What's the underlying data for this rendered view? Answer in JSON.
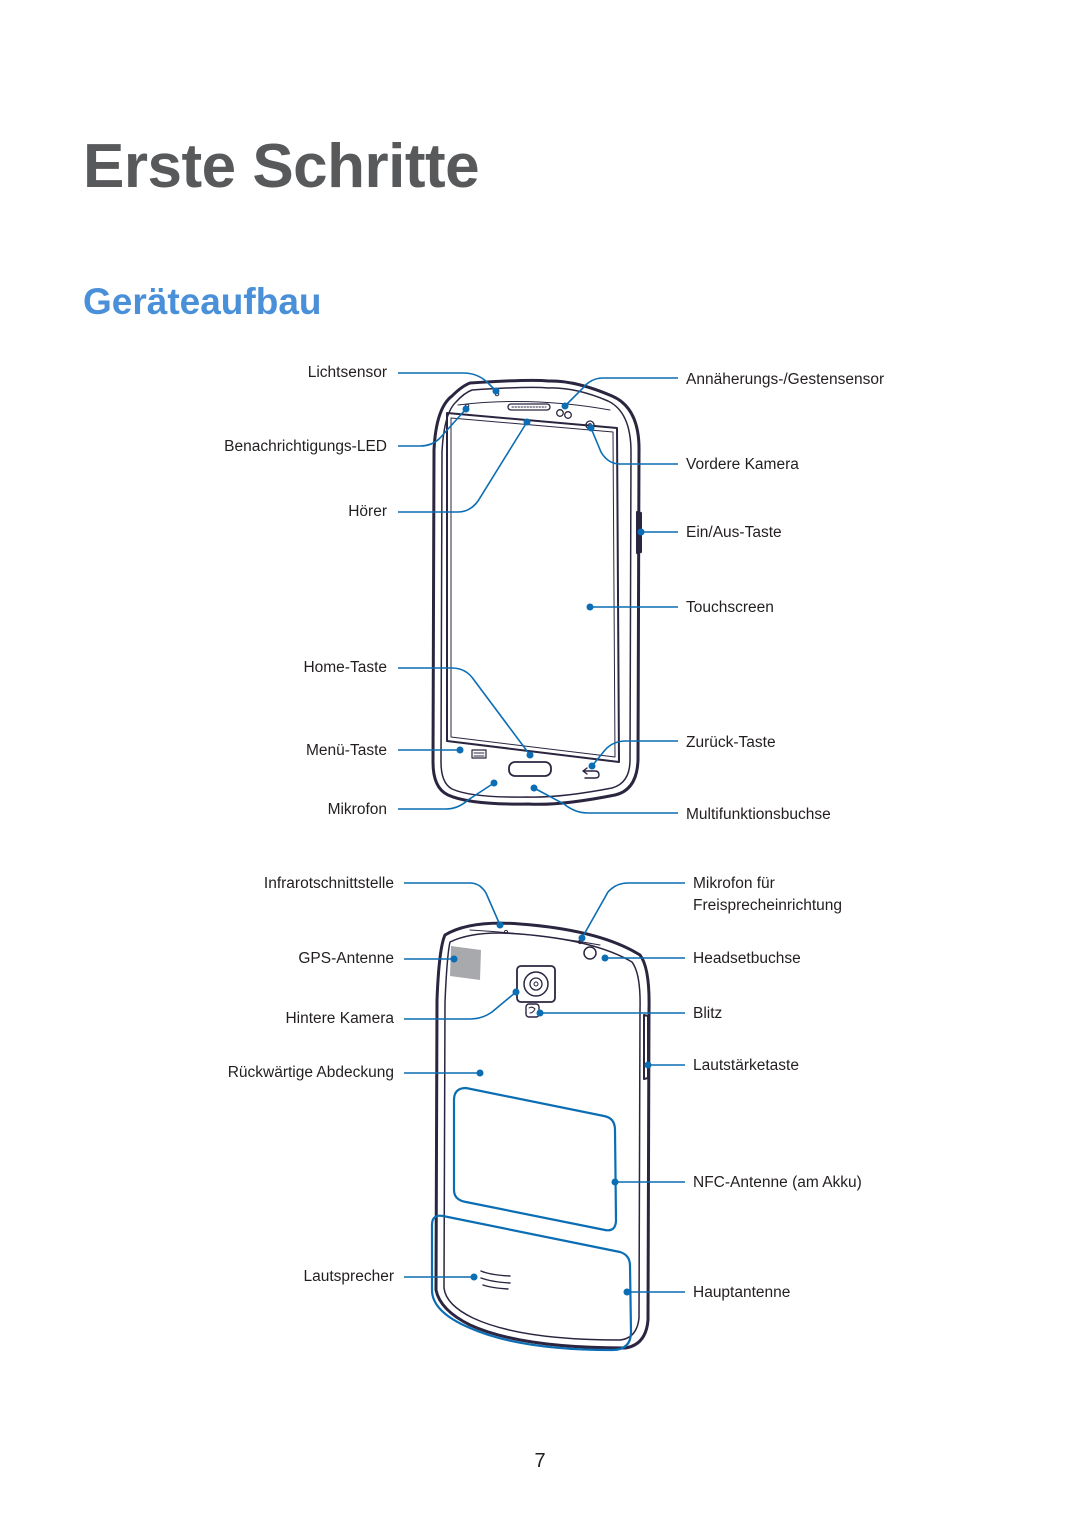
{
  "chapter_title": "Erste Schritte",
  "section_title": "Geräteaufbau",
  "front_view": {
    "left_labels": {
      "light_sensor": "Lichtsensor",
      "notification_led": "Benachrichtigungs-LED",
      "earpiece": "Hörer",
      "home_key": "Home-Taste",
      "menu_key": "Menü-Taste",
      "microphone": "Mikrofon"
    },
    "right_labels": {
      "proximity_sensor": "Annäherungs-/Gestensensor",
      "front_camera": "Vordere Kamera",
      "power_key": "Ein/Aus-Taste",
      "touchscreen": "Touchscreen",
      "back_key": "Zurück-Taste",
      "multipurpose_jack": "Multifunktionsbuchse"
    }
  },
  "back_view": {
    "left_labels": {
      "infrared": "Infrarotschnittstelle",
      "gps_antenna": "GPS-Antenne",
      "rear_camera": "Hintere Kamera",
      "back_cover": "Rückwärtige Abdeckung",
      "speaker": "Lautsprecher"
    },
    "right_labels": {
      "speakerphone_mic_line1": "Mikrofon für",
      "speakerphone_mic_line2": "Freisprecheinrichtung",
      "headset_jack": "Headsetbuchse",
      "flash": "Blitz",
      "volume_key": "Lautstärketaste",
      "nfc_antenna": "NFC-Antenne (am Akku)",
      "main_antenna": "Hauptantenne"
    }
  },
  "colors": {
    "title": "#58595b",
    "section": "#4a90d9",
    "callout": "#0b6db3",
    "device_outline": "#2b2540"
  },
  "page_number": "7"
}
